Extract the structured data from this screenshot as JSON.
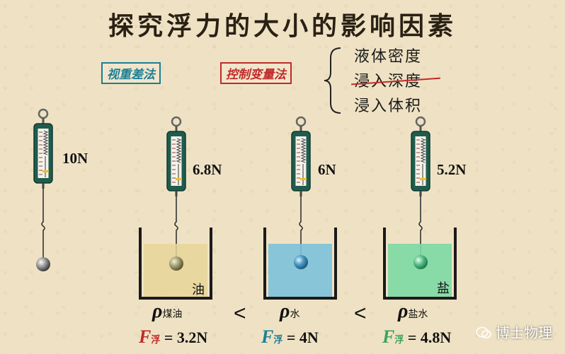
{
  "title": "探究浮力的大小的影响因素",
  "methods": [
    "视重差法",
    "控制变量法"
  ],
  "factors": [
    "液体密度",
    "浸入深度",
    "浸入体积"
  ],
  "readings": [
    "10N",
    "6.8N",
    "6N",
    "5.2N"
  ],
  "liquids": [
    "油",
    "盐"
  ],
  "comparison": {
    "rho": "ρ",
    "kerosene": "煤油",
    "water": "水",
    "brine": "盐水",
    "lt": "<"
  },
  "forces": {
    "F": "F",
    "sub": "浮",
    "values": [
      "= 3.2N",
      "= 4N",
      "= 4.8N"
    ]
  },
  "brand": "博士物理",
  "colors": {
    "kerosene": "#e8d59a",
    "water": "#7cc2da",
    "brine": "#7cd9a4",
    "meter": "#1f5c4d",
    "teal": "#1a7f94",
    "red": "#c02a2a",
    "green": "#3aa35a"
  }
}
